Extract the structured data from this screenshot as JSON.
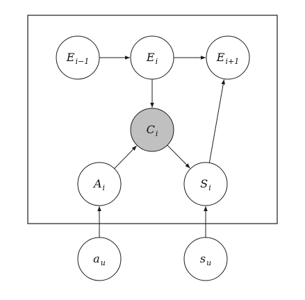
{
  "diagram": {
    "nodes": [
      {
        "id": "E_prev",
        "base": "E",
        "sub": "i−1",
        "observed": false
      },
      {
        "id": "E_cur",
        "base": "E",
        "sub": "i",
        "observed": false
      },
      {
        "id": "E_next",
        "base": "E",
        "sub": "i+1",
        "observed": false
      },
      {
        "id": "C",
        "base": "C",
        "sub": "i",
        "observed": true
      },
      {
        "id": "A",
        "base": "A",
        "sub": "i",
        "observed": false
      },
      {
        "id": "S",
        "base": "S",
        "sub": "i",
        "observed": false
      },
      {
        "id": "a_u",
        "base": "a",
        "sub": "u",
        "observed": false
      },
      {
        "id": "s_u",
        "base": "s",
        "sub": "u",
        "observed": false
      }
    ],
    "edges": [
      {
        "from": "E_prev",
        "to": "E_cur"
      },
      {
        "from": "E_cur",
        "to": "E_next"
      },
      {
        "from": "E_cur",
        "to": "C"
      },
      {
        "from": "A",
        "to": "C"
      },
      {
        "from": "C",
        "to": "S"
      },
      {
        "from": "S",
        "to": "E_next"
      },
      {
        "from": "a_u",
        "to": "A"
      },
      {
        "from": "s_u",
        "to": "S"
      }
    ],
    "colors": {
      "observed_fill": "#c0c0c0",
      "node_fill": "#ffffff",
      "stroke": "#1a1a1a"
    }
  }
}
